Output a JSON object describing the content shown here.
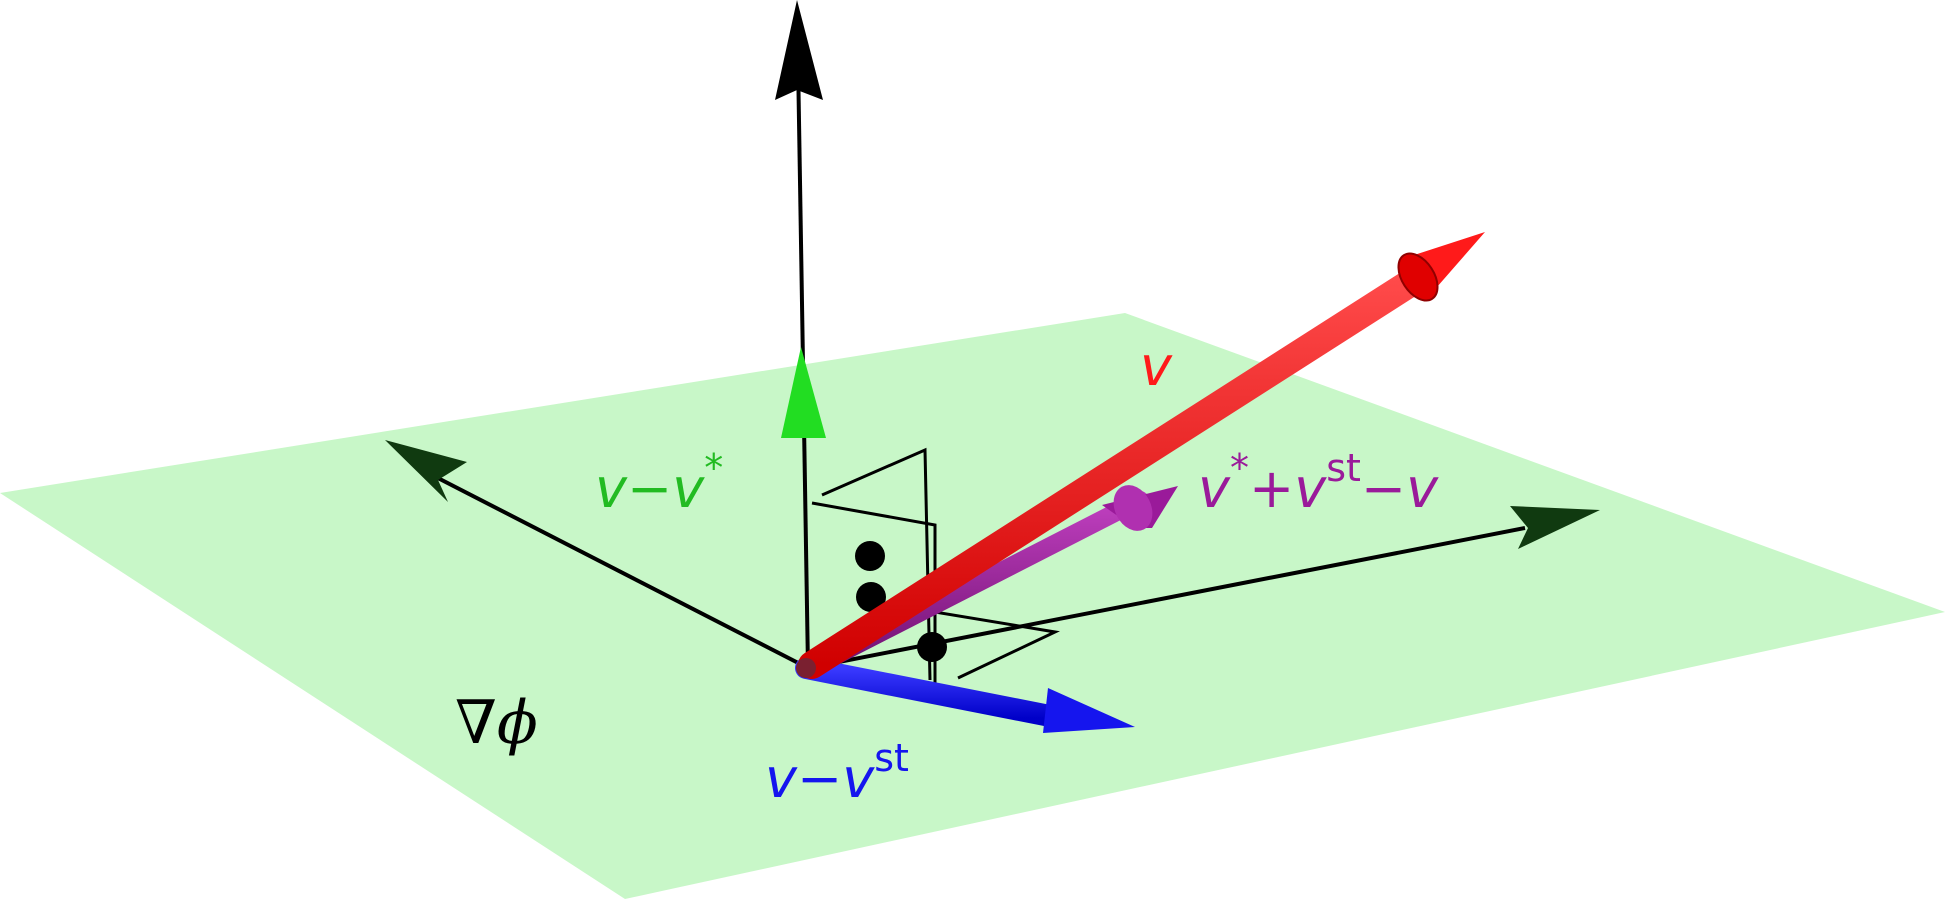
{
  "labels": {
    "v": "v",
    "v_minus_vstar": {
      "a": "v",
      "op": "−",
      "b": "v",
      "sup": "*"
    },
    "combo": {
      "a": "v",
      "sup1": "*",
      "op1": "+",
      "b": "v",
      "sup2": "st",
      "op2": "−",
      "c": "v"
    },
    "v_minus_vst": {
      "a": "v",
      "op": "−",
      "b": "v",
      "sup": "st"
    },
    "grad_phi": {
      "nabla": "∇",
      "phi": "ϕ"
    }
  },
  "colors": {
    "plane": "#c8f7c8",
    "v": "#ff1a1a",
    "v_minus_vstar": "#22dd22",
    "v_minus_vst": "#1515ee",
    "combo": "#9a1a9a",
    "axes": "#000000"
  }
}
